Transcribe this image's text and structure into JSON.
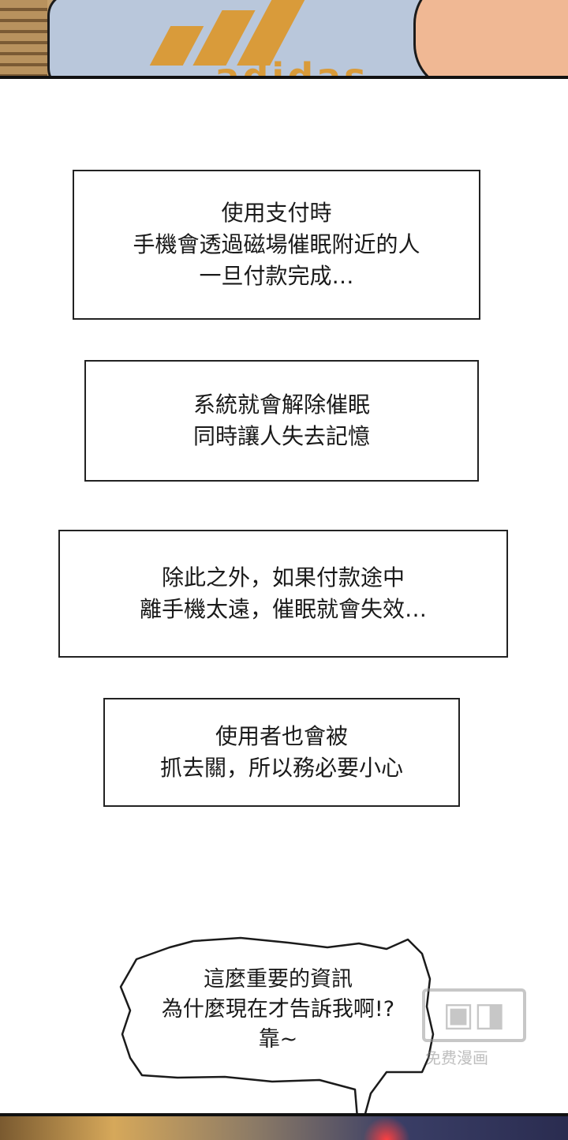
{
  "panel_top": {
    "logo_text": "adidas"
  },
  "captions": [
    {
      "lines": [
        "使用支付時",
        "手機會透過磁場催眠附近的人",
        "一旦付款完成…"
      ]
    },
    {
      "lines": [
        "系統就會解除催眠",
        "同時讓人失去記憶"
      ]
    },
    {
      "lines": [
        "除此之外，如果付款途中",
        "離手機太遠，催眠就會失效…"
      ]
    },
    {
      "lines": [
        "使用者也會被",
        "抓去關，所以務必要小心"
      ]
    }
  ],
  "speech_bubble": {
    "lines": [
      "這麼重要的資訊",
      "為什麼現在才告訴我啊!?",
      "靠~"
    ]
  },
  "watermark": {
    "text": "免费漫画"
  },
  "colors": {
    "outline": "#222222",
    "shirt": "#b9c7db",
    "logo": "#d99b3a",
    "skin": "#f0b894"
  }
}
